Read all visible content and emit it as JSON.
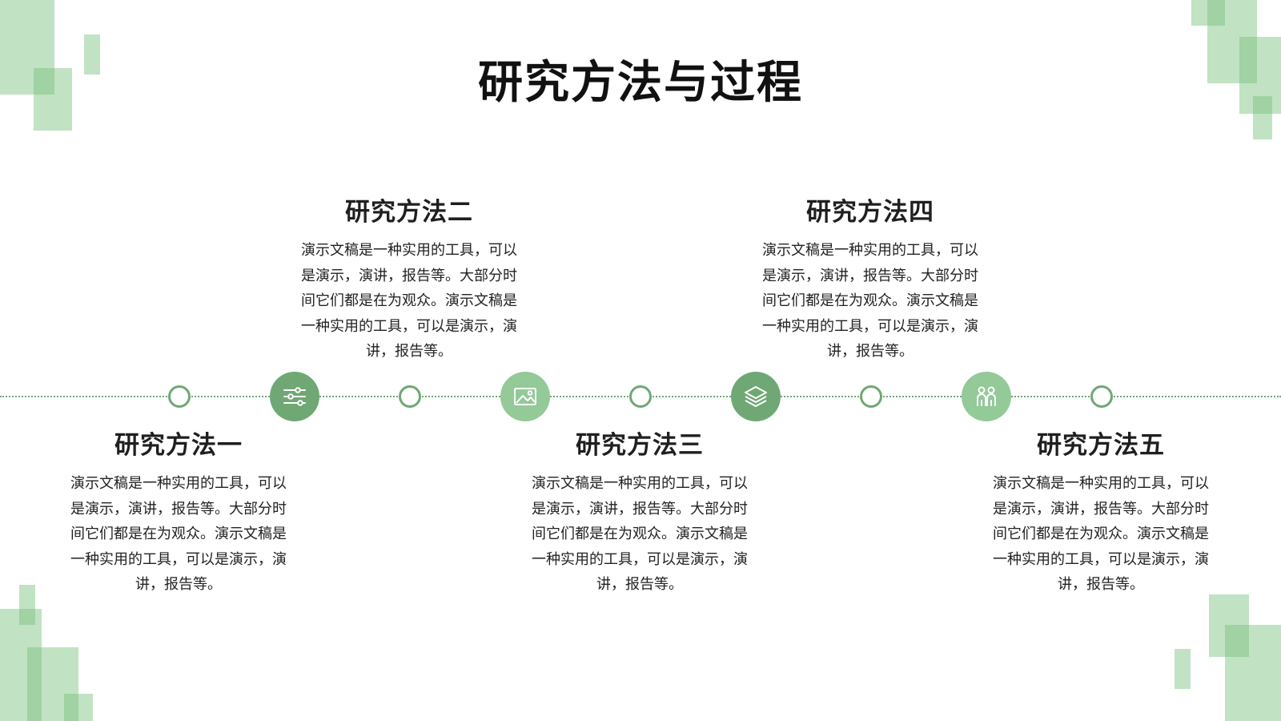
{
  "slide": {
    "title": "研究方法与过程",
    "colors": {
      "accent_dark": "#6fa874",
      "accent_light": "#94c998",
      "line": "#6fa874",
      "decor": "#8cc690"
    },
    "methods": [
      {
        "title": "研究方法一",
        "body": "演示文稿是一种实用的工具，可以是演示，演讲，报告等。大部分时间它们都是在为观众。演示文稿是一种实用的工具，可以是演示，演讲，报告等。",
        "position": "below"
      },
      {
        "title": "研究方法二",
        "body": "演示文稿是一种实用的工具，可以是演示，演讲，报告等。大部分时间它们都是在为观众。演示文稿是一种实用的工具，可以是演示，演讲，报告等。",
        "position": "above",
        "icon": "sliders-icon"
      },
      {
        "title": "研究方法三",
        "body": "演示文稿是一种实用的工具，可以是演示，演讲，报告等。大部分时间它们都是在为观众。演示文稿是一种实用的工具，可以是演示，演讲，报告等。",
        "position": "below",
        "icon": "image-icon"
      },
      {
        "title": "研究方法四",
        "body": "演示文稿是一种实用的工具，可以是演示，演讲，报告等。大部分时间它们都是在为观众。演示文稿是一种实用的工具，可以是演示，演讲，报告等。",
        "position": "above",
        "icon": "layers-icon"
      },
      {
        "title": "研究方法五",
        "body": "演示文稿是一种实用的工具，可以是演示，演讲，报告等。大部分时间它们都是在为观众。演示文稿是一种实用的工具，可以是演示，演讲，报告等。",
        "position": "below",
        "icon": "people-icon"
      }
    ]
  }
}
